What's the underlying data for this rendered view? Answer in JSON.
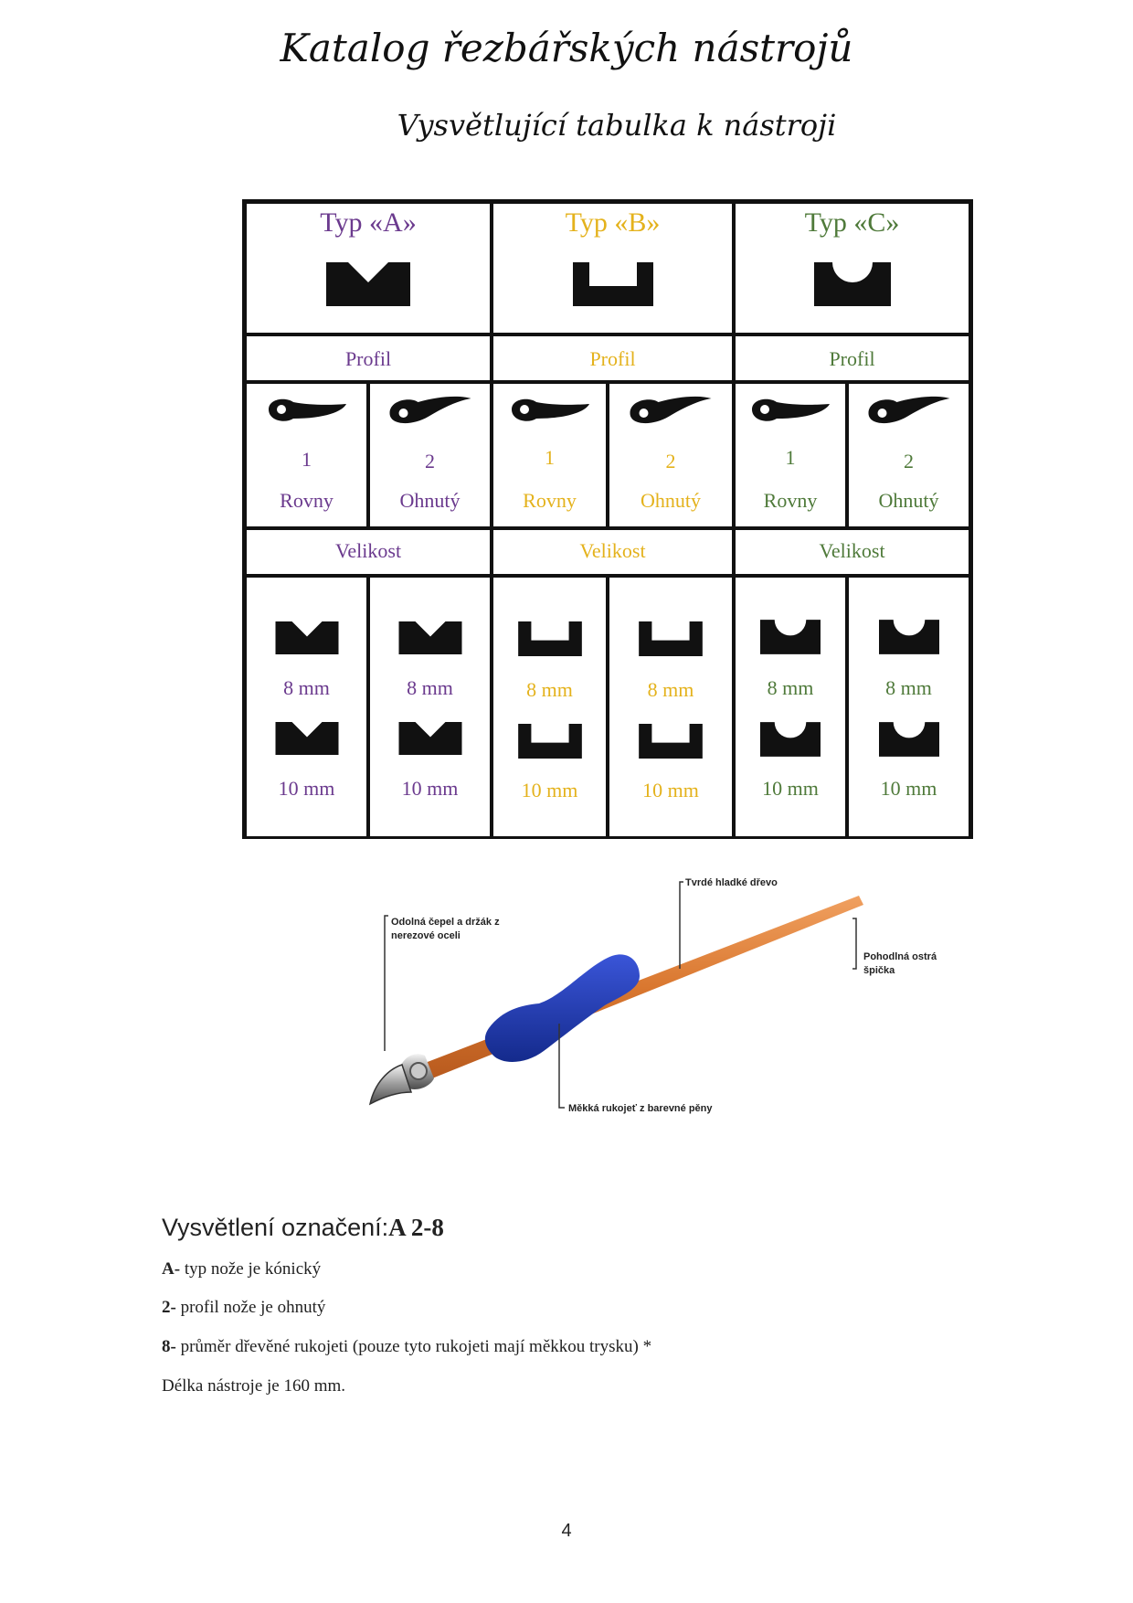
{
  "title": "Katalog řezbářských nástrojů",
  "subtitle": "Vysvětlující tabulka k nástroji",
  "table": {
    "types": [
      {
        "label": "Typ «A»",
        "color": "#6b3a8e",
        "profile": "Profil",
        "size": "Velikost",
        "blades": [
          {
            "num": "1",
            "name": "Rovny"
          },
          {
            "num": "2",
            "name": "Ohnutý"
          }
        ],
        "sizes": [
          "8 mm",
          "10 mm"
        ]
      },
      {
        "label": "Typ «B»",
        "color": "#e4b21c",
        "profile": "Profil",
        "size": "Velikost",
        "blades": [
          {
            "num": "1",
            "name": "Rovny"
          },
          {
            "num": "2",
            "name": "Ohnutý"
          }
        ],
        "sizes": [
          "8 mm",
          "10 mm"
        ]
      },
      {
        "label": "Typ «C»",
        "color": "#4f7a3a",
        "profile": "Profil",
        "size": "Velikost",
        "blades": [
          {
            "num": "1",
            "name": "Rovny"
          },
          {
            "num": "2",
            "name": "Ohnutý"
          }
        ],
        "sizes": [
          "8 mm",
          "10 mm"
        ]
      }
    ]
  },
  "tool_callouts": {
    "blade": [
      "Odolná čepel a držák z",
      "nerezové oceli"
    ],
    "wood": "Tvrdé hladké dřevo",
    "tip": [
      "Pohodlná ostrá",
      "špička"
    ],
    "grip": "Měkká rukojeť z barevné pěny"
  },
  "explanation": {
    "title_prefix": "Vysvětlení označení:",
    "title_code": "A 2-8",
    "lines": [
      {
        "key": "A-",
        "text": " typ nože je kónický"
      },
      {
        "key": "2-",
        "text": " profil nože je ohnutý"
      },
      {
        "key": "8-",
        "text": " průměr dřevěné rukojeti (pouze tyto rukojeti mají měkkou trysku) *"
      },
      {
        "key": "",
        "text": "Délka nástroje je 160 mm."
      }
    ]
  },
  "page_number": "4"
}
